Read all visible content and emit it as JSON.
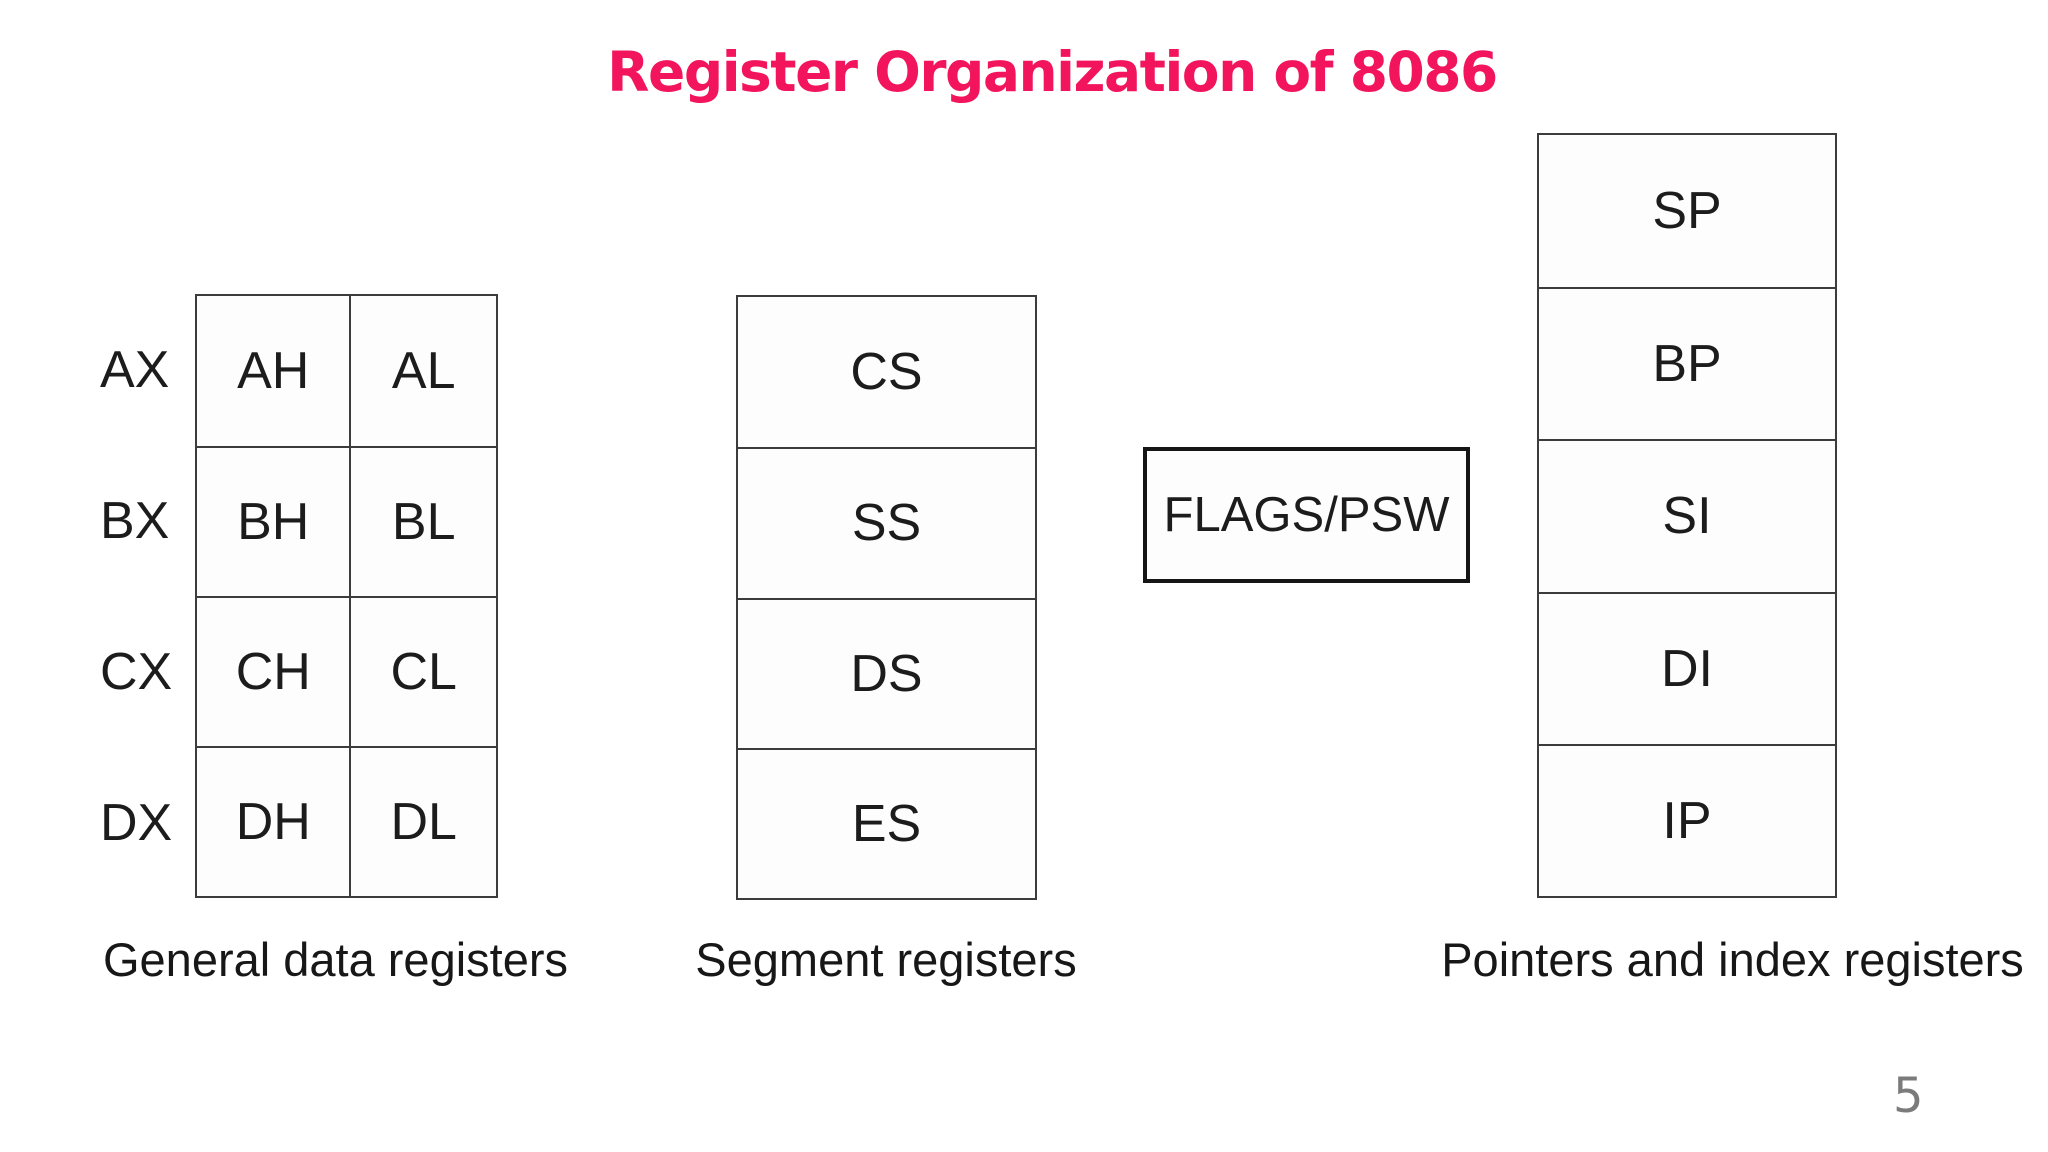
{
  "title": {
    "text": "Register Organization of 8086"
  },
  "general": {
    "caption": "General data registers",
    "row_labels": [
      "AX",
      "BX",
      "CX",
      "DX"
    ],
    "cells": [
      [
        "AH",
        "AL"
      ],
      [
        "BH",
        "BL"
      ],
      [
        "CH",
        "CL"
      ],
      [
        "DH",
        "DL"
      ]
    ]
  },
  "segment": {
    "caption": "Segment registers",
    "cells": [
      "CS",
      "SS",
      "DS",
      "ES"
    ]
  },
  "flags": {
    "label": "FLAGS/PSW"
  },
  "pointers": {
    "caption": "Pointers and index registers",
    "cells": [
      "SP",
      "BP",
      "SI",
      "DI",
      "IP"
    ]
  },
  "page_number": "5",
  "colors": {
    "title": "#f2155d",
    "text": "#1c1c1c",
    "table_border": "#3c3c3c",
    "flags_border": "#151515",
    "page_number": "#7b7b7b",
    "background": "#ffffff"
  }
}
